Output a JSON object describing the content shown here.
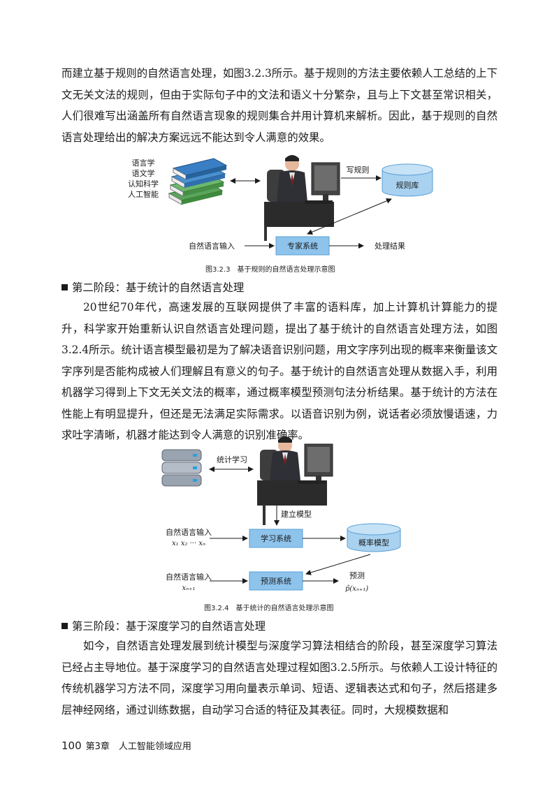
{
  "paragraphs": {
    "intro": "而建立基于规则的自然语言处理，如图3.2.3所示。基于规则的方法主要依赖人工总结的上下文无关文法的规则，但由于实际句子中的文法和语义十分繁杂，且与上下文甚至常识相关，人们很难写出涵盖所有自然语言现象的规则集合并用计算机来解析。因此，基于规则的自然语言处理给出的解决方案远远不能达到令人满意的效果。",
    "stage2": "20世纪70年代，高速发展的互联网提供了丰富的语料库，加上计算机计算能力的提升，科学家开始重新认识自然语言处理问题，提出了基于统计的自然语言处理方法，如图3.2.4所示。统计语言模型最初是为了解决语音识别问题，用文字序列出现的概率来衡量该文字序列是否能构成被人们理解且有意义的句子。基于统计的自然语言处理从数据入手，利用机器学习得到上下文无关文法的概率，通过概率模型预测句法分析结果。基于统计的方法在性能上有明显提升，但还是无法满足实际需求。以语音识别为例，说话者必须放慢语速，力求吐字清晰，机器才能达到令人满意的识别准确率。",
    "stage3": "如今，自然语言处理发展到统计模型与深度学习算法相结合的阶段，甚至深度学习算法已经占主导地位。基于深度学习的自然语言处理过程如图3.2.5所示。与依赖人工设计特征的传统机器学习方法不同，深度学习用向量表示单词、短语、逻辑表达式和句子，然后搭建多层神经网络，通过训练数据，自动学习合适的特征及其表征。同时，大规模数据和"
  },
  "headings": {
    "stage2": "第二阶段：基于统计的自然语言处理",
    "stage3": "第三阶段：基于深度学习的自然语言处理"
  },
  "figure1": {
    "caption": "图3.2.3　基于规则的自然语言处理示意图",
    "knowledge_lines": [
      "语言学",
      "语文学",
      "认知科学",
      "人工智能"
    ],
    "write_rules": "写规则",
    "rule_db": "规则库",
    "input": "自然语言输入",
    "expert_system": "专家系统",
    "output": "处理结果"
  },
  "figure2": {
    "caption": "图3.2.4　基于统计的自然语言处理示意图",
    "stat_learning": "统计学习",
    "build_model": "建立模型",
    "input1": "自然语言输入",
    "input1_sub": "x₁ x₂ ··· xₙ",
    "learning_system": "学习系统",
    "prob_model": "概率模型",
    "input2": "自然语言输入",
    "input2_sub": "xₙ₊₁",
    "predict_system": "预测系统",
    "predict_label": "预测",
    "predict_formula": "p̂(xₙ₊₁)"
  },
  "footer": {
    "page_number": "100",
    "chapter": "第3章　人工智能领域应用"
  },
  "colors": {
    "box_fill": "#8ec3ec",
    "box_stroke": "#5a9fd6",
    "db_fill": "#a9d2f0",
    "book_green": "#5aa55a",
    "book_blue": "#3a7fc4"
  }
}
